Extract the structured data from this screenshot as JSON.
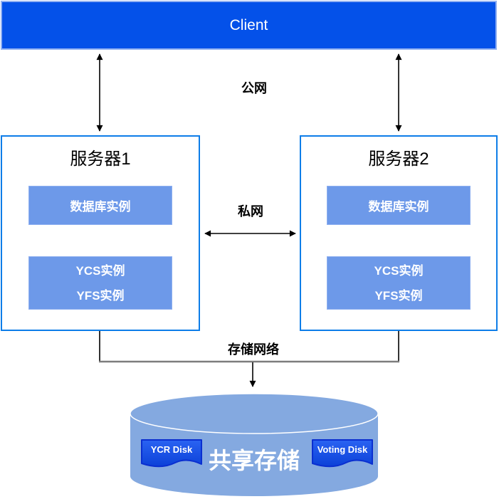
{
  "client": {
    "label": "Client"
  },
  "networks": {
    "public_label": "公网",
    "private_label": "私网",
    "storage_label": "存储网络"
  },
  "servers": [
    {
      "title": "服务器1",
      "db_instance_label": "数据库实例",
      "ycs_label": "YCS实例",
      "yfs_label": "YFS实例"
    },
    {
      "title": "服务器2",
      "db_instance_label": "数据库实例",
      "ycs_label": "YCS实例",
      "yfs_label": "YFS实例"
    }
  ],
  "storage": {
    "label": "共享存储",
    "disks": [
      {
        "label": "YCR Disk"
      },
      {
        "label": "Voting Disk"
      }
    ]
  },
  "colors": {
    "client_fill": "#0451e9",
    "client_border": "#93b2f2",
    "server_border": "#0d7de8",
    "instance_fill": "#6d99e9",
    "instance_border": "#8fb0f0",
    "cylinder_fill": "#84a9e0",
    "cylinder_rim": "#ffffff",
    "disk_fill_top": "#2a63f2",
    "disk_fill_bottom": "#0c41d8",
    "disk_border": "#0a2fd0",
    "connector_color": "#000000",
    "storage_bus_color": "#7d7d7d"
  }
}
